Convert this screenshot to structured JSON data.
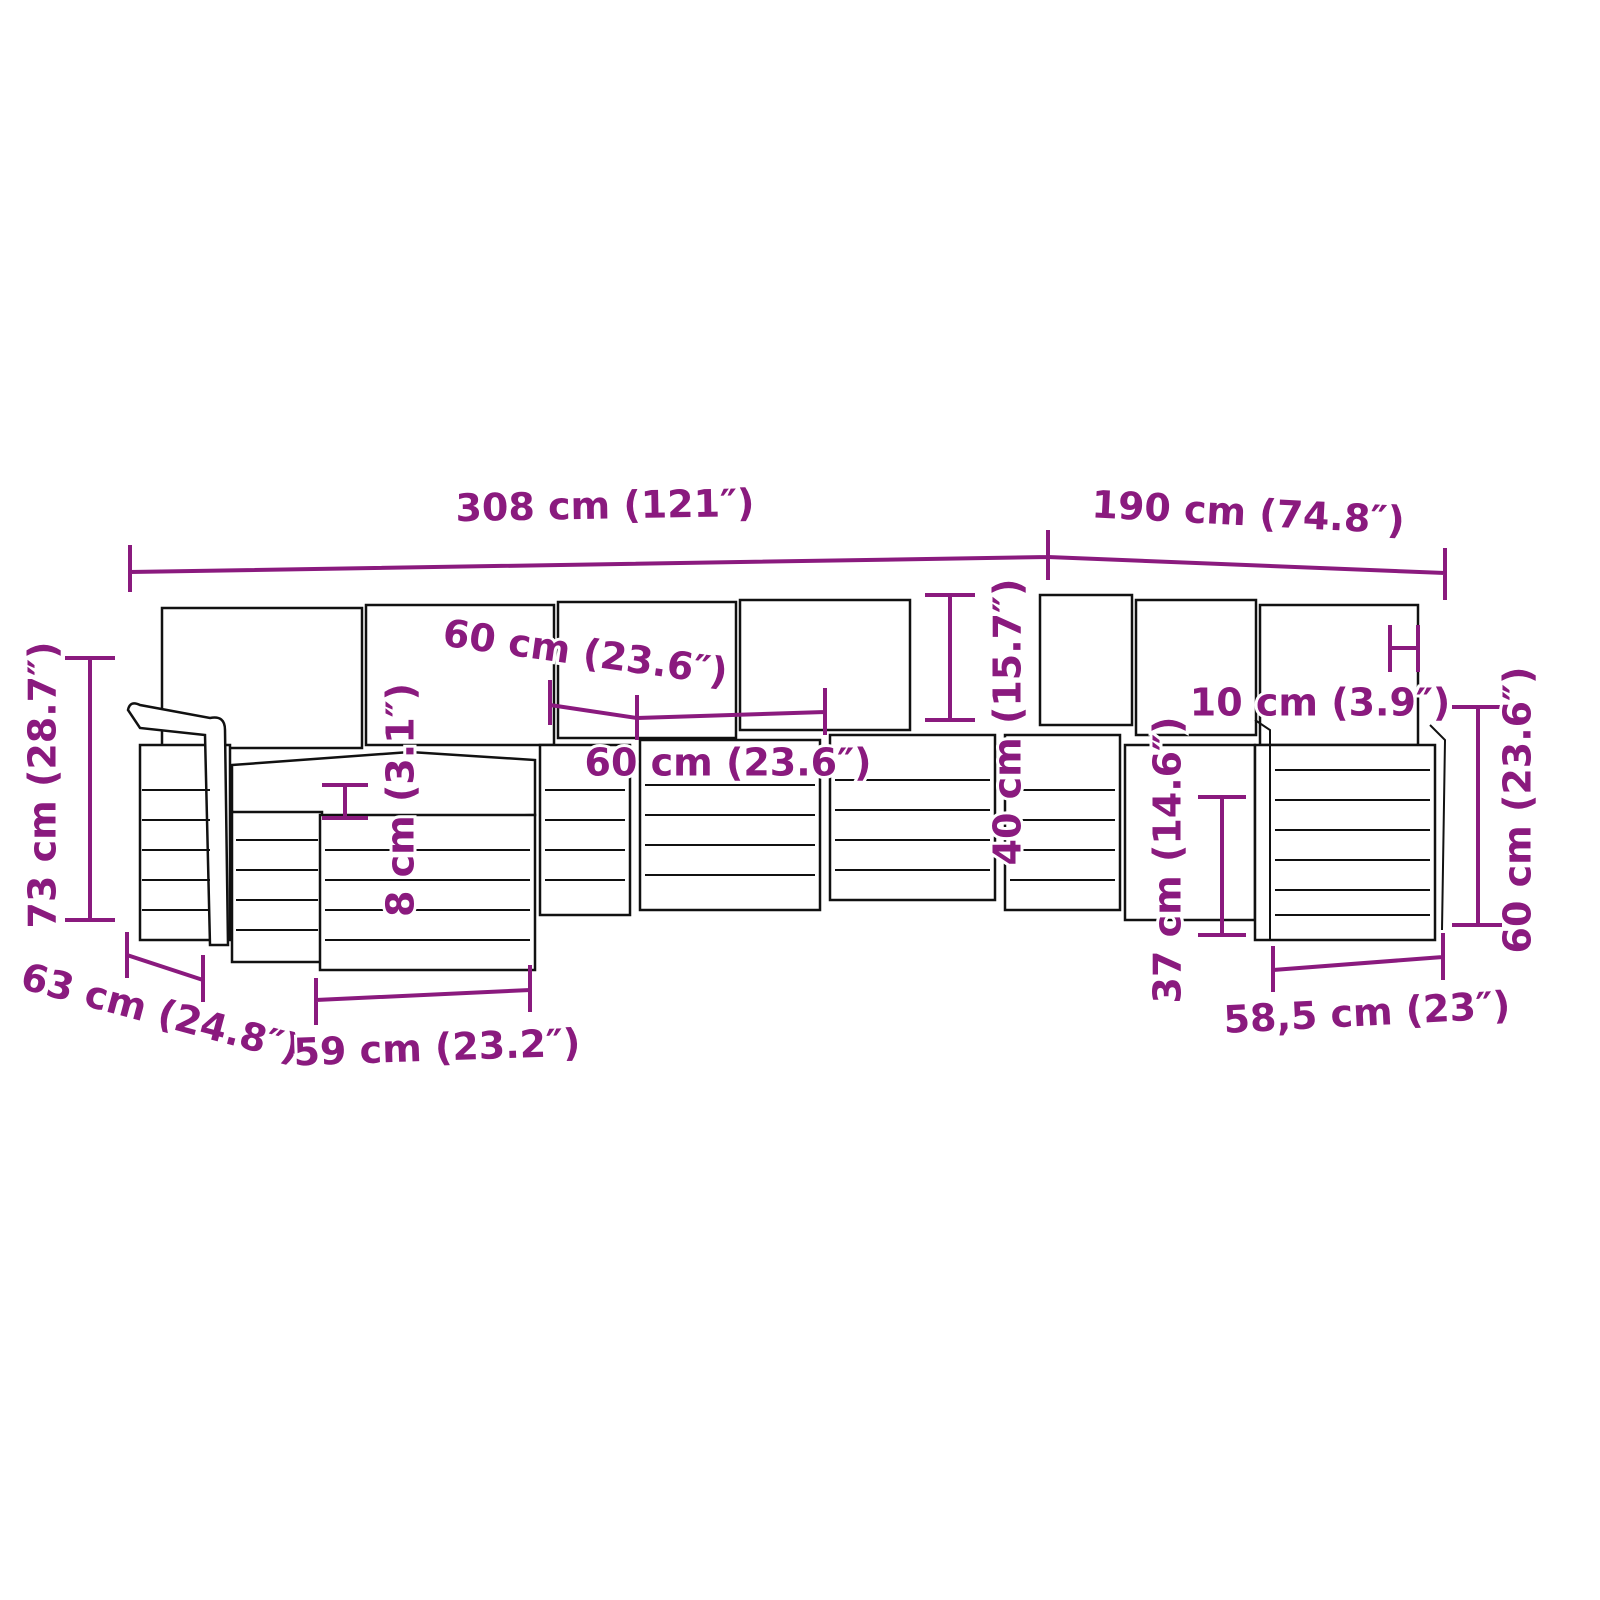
{
  "colors": {
    "dimension": "#8a1a7e",
    "outline": "#111111",
    "background": "#ffffff"
  },
  "dimensions": {
    "total_length": "308 cm (121″)",
    "corner_length": "190 cm (74.8″)",
    "seat_width_top": "60 cm (23.6″)",
    "seat_width_mid": "60 cm (23.6″)",
    "backrest_height": "40 cm (15.7″)",
    "armrest_thickness": "10 cm (3.9″)",
    "total_height": "73 cm (28.7″)",
    "cushion_thickness": "8 cm (3.1″)",
    "seat_height": "37 cm (14.6″)",
    "armrest_height": "60 cm (23.6″)",
    "depth": "63 cm (24.8″)",
    "footstool_width": "59 cm (23.2″)",
    "side_width": "58,5 cm (23″)"
  }
}
